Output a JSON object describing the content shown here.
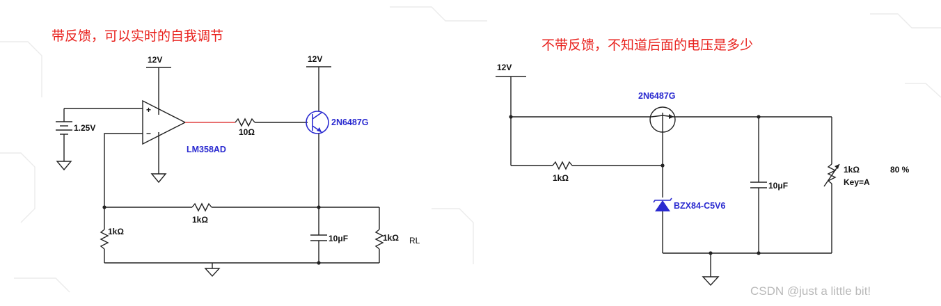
{
  "left_circuit": {
    "heading": "带反馈，可以实时的自我调节",
    "supply_opamp": "12V",
    "supply_transistor": "12V",
    "reference_voltage": "1.25V",
    "opamp_label": "LM358AD",
    "opamp_plus": "+",
    "opamp_minus": "−",
    "base_resistor": "10Ω",
    "transistor_label": "2N6487G",
    "feedback_resistor": "1kΩ",
    "bottom_resistor": "1kΩ",
    "capacitor": "10μF",
    "load_resistor": "1kΩ",
    "load_name": "RL"
  },
  "right_circuit": {
    "heading": "不带反馈，不知道后面的电压是多少",
    "supply": "12V",
    "transistor_label": "2N6487G",
    "bias_resistor": "1kΩ",
    "zener_label": "BZX84-C5V6",
    "capacitor": "10μF",
    "pot_value": "1kΩ",
    "pot_key": "Key=A",
    "pot_percent": "80 %"
  },
  "watermark": "CSDN @just a little bit!"
}
